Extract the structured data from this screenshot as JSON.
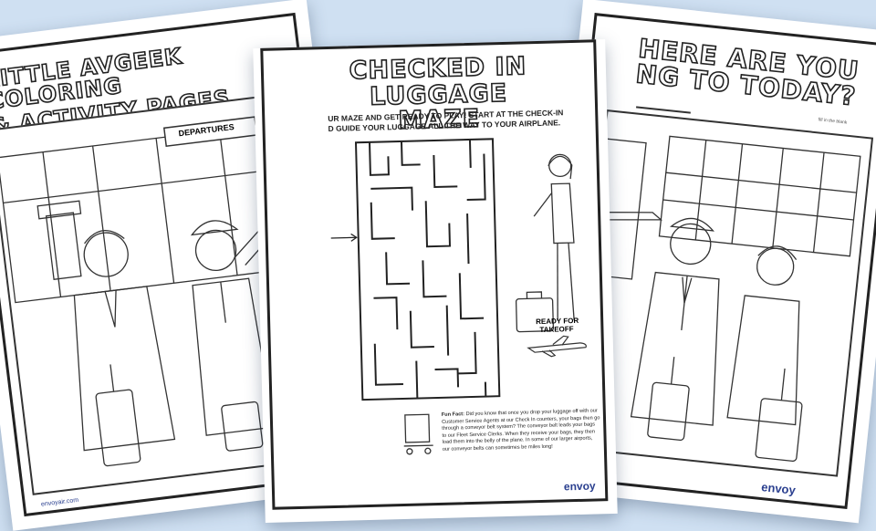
{
  "page1": {
    "title_line1": "LITTLE AvGEEK COLORING",
    "title_line2": "& ACTIVITY PAGES",
    "sign": "DEPARTURES",
    "footer_url": "envoyair.com",
    "brand": "envoy"
  },
  "page2": {
    "title_line1": "CHECKED IN",
    "title_line2": "LUGGAGE MAZE",
    "instructions_line1": "UR MAZE AND GET READY TO PLAY! START AT THE CHECK-IN",
    "instructions_line2": "D GUIDE YOUR LUGGAGE ALL THE WAY TO YOUR AIRPLANE.",
    "ready_line1": "READY FOR",
    "ready_line2": "TAKEOFF",
    "fun_fact_label": "Fun Fact:",
    "fun_fact_text": "Did you know that once you drop your luggage off with our Customer Service Agents at our Check In counters, your bags then go through a conveyor belt system? The conveyor belt leads your bags to our Fleet Service Clerks. When they receive your bags, they then load them into the belly of the plane. In some of our larger airports, our conveyor belts can sometimes be miles long!",
    "brand": "envoy"
  },
  "page3": {
    "title_line1": "HERE ARE YOU",
    "title_line2": "NG TO TODAY?",
    "fill_hint": "fill in the blank",
    "brand": "envoy"
  }
}
